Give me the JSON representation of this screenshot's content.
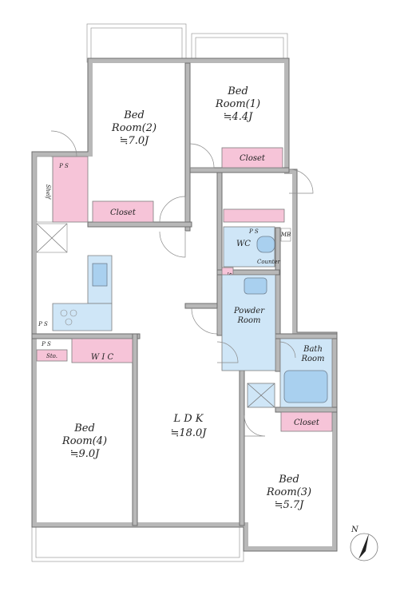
{
  "rooms": {
    "bed2": {
      "name": "Bed",
      "name2": "Room(2)",
      "size": "≒7.0J"
    },
    "bed1": {
      "name": "Bed",
      "name2": "Room(1)",
      "size": "≒4.4J"
    },
    "bed4": {
      "name": "Bed",
      "name2": "Room(4)",
      "size": "≒9.0J"
    },
    "bed3": {
      "name": "Bed",
      "name2": "Room(3)",
      "size": "≒5.7J"
    },
    "ldk": {
      "name": "L D K",
      "size": "≒18.0J"
    },
    "powder": {
      "name": "Powder",
      "name2": "Room"
    },
    "bath": {
      "name": "Bath",
      "name2": "Room"
    },
    "wc": {
      "name": "WC"
    },
    "wic": {
      "name": "W I C"
    }
  },
  "labels": {
    "closet": "Closet",
    "ps": "P S",
    "shelf": "Shelf",
    "sto": "Sto.",
    "counter": "Counter",
    "mb": "MB",
    "compass": "N"
  }
}
